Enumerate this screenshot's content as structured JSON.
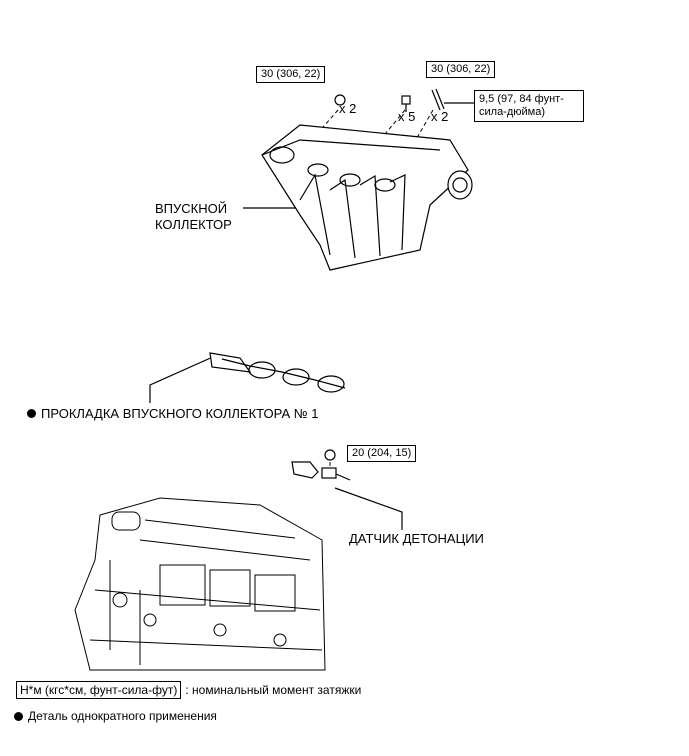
{
  "torque_specs": {
    "intake_bolt_left": "30 (306, 22)",
    "intake_bolt_right": "30 (306, 22)",
    "stud": "9,5 (97, 84 фунт-сила-дюйма)",
    "knock_sensor_nut": "20 (204, 15)"
  },
  "quantities": {
    "left_nuts": "x 2",
    "bolts": "x 5",
    "studs": "x 2"
  },
  "labels": {
    "intake_manifold_line1": "ВПУСКНОЙ",
    "intake_manifold_line2": "КОЛЛЕКТОР",
    "gasket": "ПРОКЛАДКА ВПУСКНОГО КОЛЛЕКТОРА № 1",
    "knock_sensor": "ДАТЧИК ДЕТОНАЦИИ"
  },
  "legend": {
    "torque_units": "Н*м (кгс*см, фунт-сила-фут)",
    "torque_desc": ": номинальный момент затяжки",
    "non_reusable": "Деталь однократного применения"
  }
}
